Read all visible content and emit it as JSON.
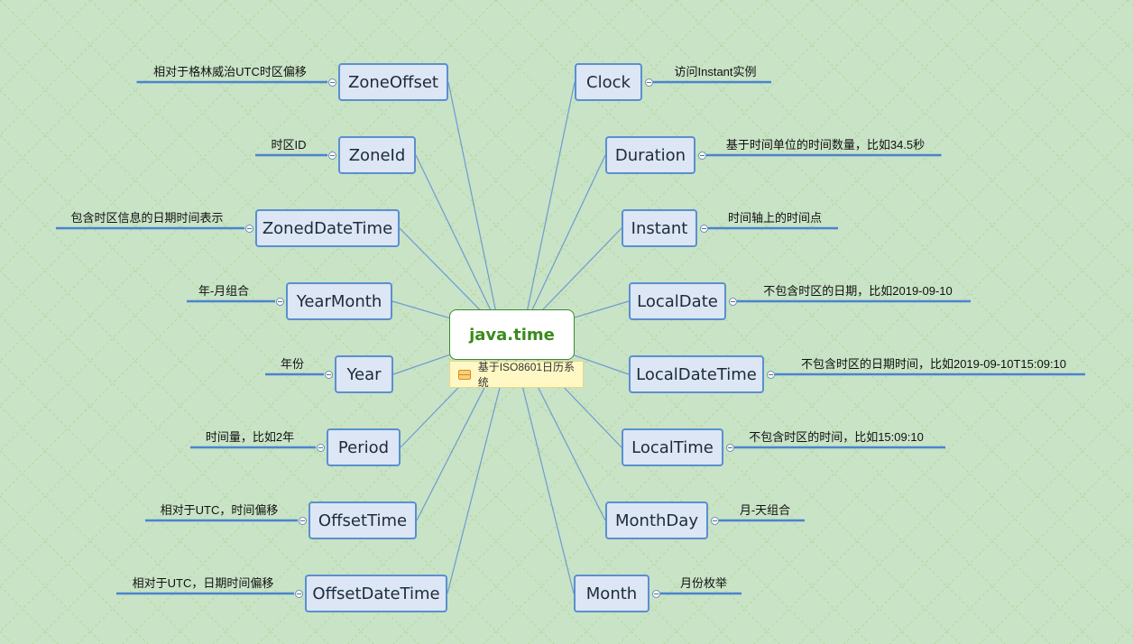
{
  "root": {
    "title": "java.time",
    "note": "基于ISO8601日历系统"
  },
  "left_topics": [
    {
      "name": "ZoneOffset",
      "desc": "相对于格林威治UTC时区偏移"
    },
    {
      "name": "ZoneId",
      "desc": "时区ID"
    },
    {
      "name": "ZonedDateTime",
      "desc": "包含时区信息的日期时间表示"
    },
    {
      "name": "YearMonth",
      "desc": "年-月组合"
    },
    {
      "name": "Year",
      "desc": "年份"
    },
    {
      "name": "Period",
      "desc": "时间量，比如2年"
    },
    {
      "name": "OffsetTime",
      "desc": "相对于UTC，时间偏移"
    },
    {
      "name": "OffsetDateTime",
      "desc": "相对于UTC，日期时间偏移"
    }
  ],
  "right_topics": [
    {
      "name": "Clock",
      "desc": "访问Instant实例"
    },
    {
      "name": "Duration",
      "desc": "基于时间单位的时间数量，比如34.5秒"
    },
    {
      "name": "Instant",
      "desc": "时间轴上的时间点"
    },
    {
      "name": "LocalDate",
      "desc": "不包含时区的日期，比如2019-09-10"
    },
    {
      "name": "LocalDateTime",
      "desc": "不包含时区的日期时间，比如2019-09-10T15:09:10"
    },
    {
      "name": "LocalTime",
      "desc": "不包含时区的时间，比如15:09:10"
    },
    {
      "name": "MonthDay",
      "desc": "月-天组合"
    },
    {
      "name": "Month",
      "desc": "月份枚举"
    }
  ],
  "colors": {
    "background": "#c8e3c6",
    "node_fill": "#dce6f4",
    "node_border": "#5b8fd0",
    "root_title": "#3a8a1c",
    "connector": "#6f9bd0",
    "underline": "#4a84cf"
  }
}
